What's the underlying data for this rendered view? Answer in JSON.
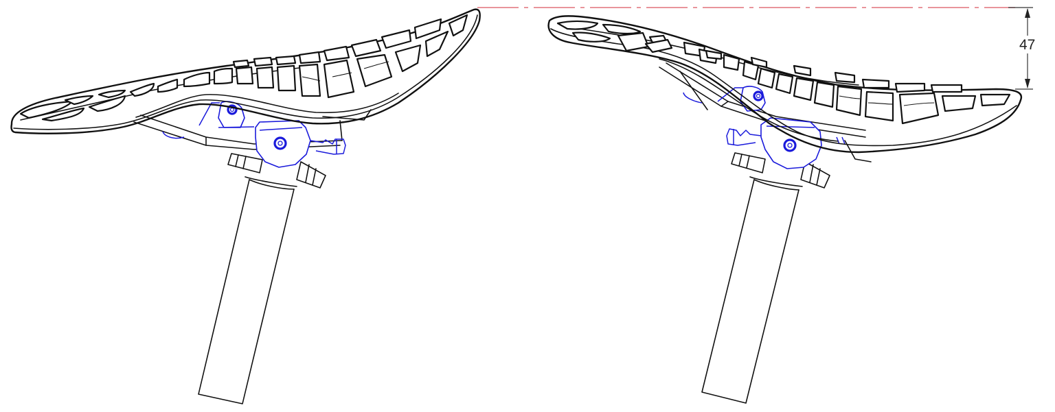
{
  "drawing": {
    "title": "Saddle side views with seatpost and clamp",
    "views": [
      {
        "name": "left-view",
        "orientation": "nose-right"
      },
      {
        "name": "right-view",
        "orientation": "nose-left"
      }
    ],
    "dimension": {
      "label": "47",
      "description": "vertical height difference between saddle nose tip and tail rail"
    },
    "colors": {
      "part_lines": "#111111",
      "clamp_mechanism": "#1a1adb",
      "centerline": "#e0707a",
      "dimension_line": "#333333",
      "background": "#ffffff"
    }
  }
}
